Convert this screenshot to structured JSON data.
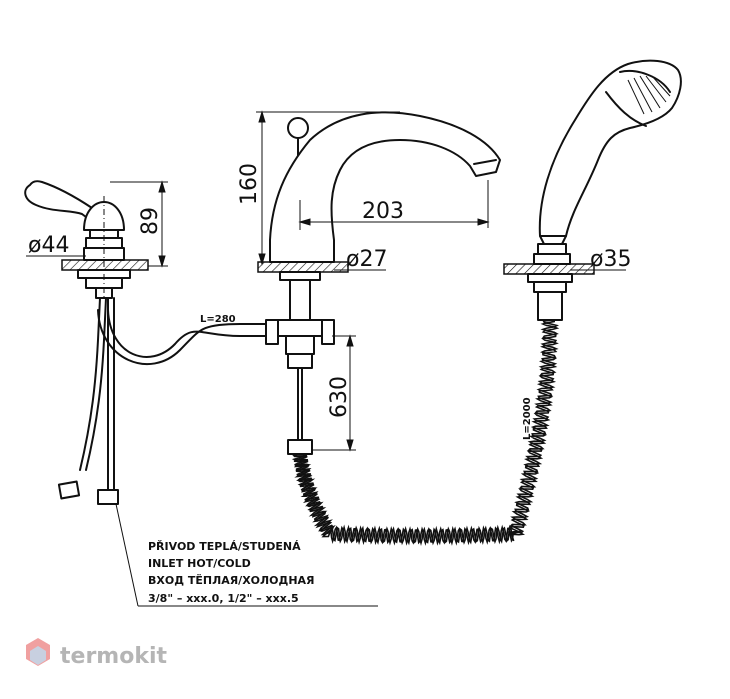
{
  "dimensions": {
    "left_valve_height": "89",
    "left_valve_diameter": "ø44",
    "spout_height": "160",
    "spout_reach": "203",
    "spout_diameter": "ø27",
    "shower_diameter": "ø35",
    "inlet_length": "630",
    "connector_hose_length": "L=280",
    "shower_hose_length": "L=2000"
  },
  "notes": {
    "line1": "PŘIVOD TEPLÁ/STUDENÁ",
    "line2": "INLET HOT/COLD",
    "line3": "ВХОД ТЁПЛАЯ/ХОЛОДНАЯ",
    "line4": "3/8\" – xxx.0, 1/2\" – xxx.5"
  },
  "brand": {
    "name": "termokit",
    "color": "#b5b5b5"
  }
}
